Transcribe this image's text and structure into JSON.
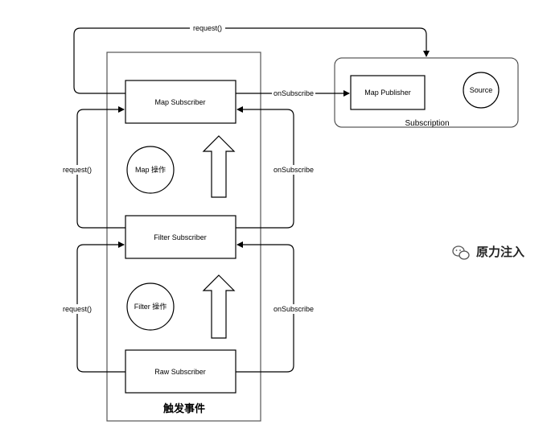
{
  "diagram": {
    "container_label": "触发事件",
    "subscribers": {
      "map": "Map Subscriber",
      "filter": "Filter Subscriber",
      "raw": "Raw Subscriber"
    },
    "operators": {
      "map": "Map 操作",
      "filter": "Filter 操作"
    },
    "subscription": {
      "label": "Subscription",
      "publisher": "Map Publisher",
      "source": "Source"
    },
    "edge_labels": {
      "top_request": "request()",
      "map_onsubscribe": "onSubscribe",
      "left_request_upper": "request()",
      "right_onsubscribe_upper": "onSubscribe",
      "left_request_lower": "request()",
      "right_onsubscribe_lower": "onSubscribe"
    }
  },
  "watermark": {
    "text": "原力注入",
    "icon": "wechat-icon"
  }
}
